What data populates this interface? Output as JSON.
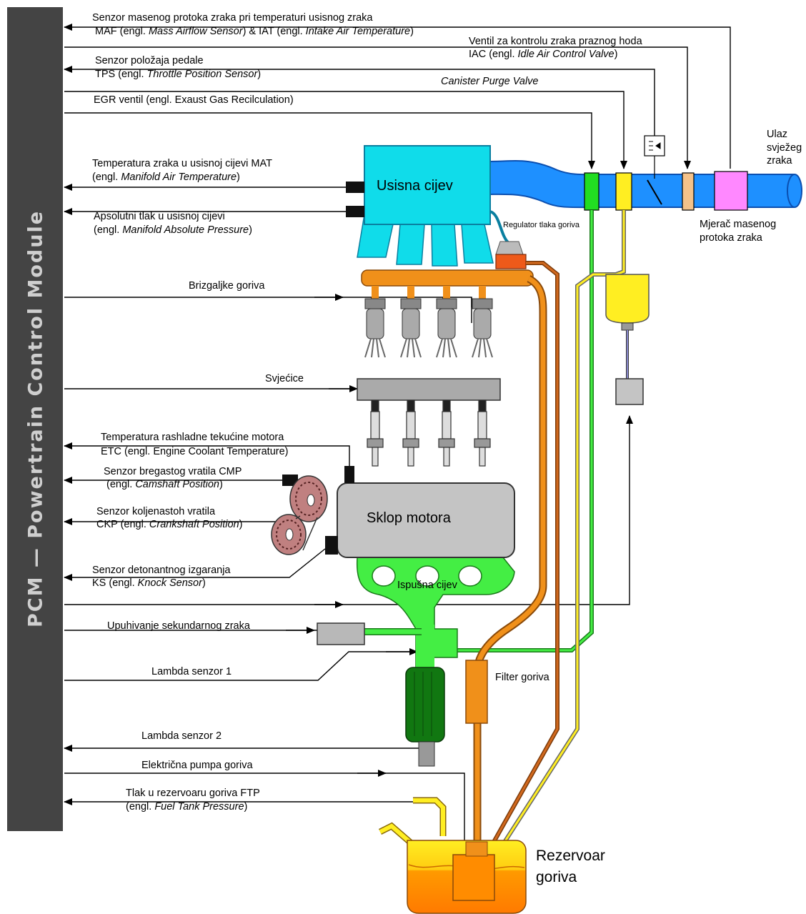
{
  "pcm": {
    "label": "PCM — Powertrain Control Module"
  },
  "signals": {
    "maf": {
      "line1": "Senzor masenog protoka zraka pri temperaturi usisnog zraka",
      "l2a": "MAF (engl. ",
      "l2b": "Mass Airflow Sensor",
      "l2c": ") & IAT (engl. ",
      "l2d": "Intake Air Temperature",
      "l2e": ")"
    },
    "iac": {
      "line1": "Ventil za kontrolu zraka praznog hoda",
      "l2a": "IAC (engl. ",
      "l2b": "Idle Air Control Valve",
      "l2c": ")"
    },
    "tps": {
      "line1": "Senzor položaja pedale",
      "l2a": "TPS (engl. ",
      "l2b": "Throttle Position Sensor",
      "l2c": ")"
    },
    "canister": {
      "line1": "Canister Purge Valve"
    },
    "egr": {
      "line1": "EGR ventil (engl. Exaust Gas Recilculation)"
    },
    "mat": {
      "line1": "Temperatura zraka u usisnoj cijevi MAT",
      "l2a": "(engl. ",
      "l2b": "Manifold Air Temperature",
      "l2c": ")"
    },
    "map": {
      "line1": "Apsolutni tlak u usisnoj cijevi",
      "l2a": "(engl. ",
      "l2b": "Manifold Absolute Pressure",
      "l2c": ")"
    },
    "injectors": {
      "line1": "Brizgaljke goriva"
    },
    "spark": {
      "line1": "Svjećice"
    },
    "etc": {
      "line1": "Temperatura rashladne tekućine motora",
      "l2a": "ETC (engl. Engine Coolant Temperature)"
    },
    "cmp": {
      "line1": "Senzor bregastog vratila CMP",
      "l2a": "(engl. ",
      "l2b": "Camshaft Position",
      "l2c": ")"
    },
    "ckp": {
      "line1": "Senzor koljenastoh vratila",
      "l2a": "CKP (engl. ",
      "l2b": "Crankshaft Position",
      "l2c": ")"
    },
    "ks": {
      "line1": "Senzor detonantnog izgaranja",
      "l2a": "KS (engl. ",
      "l2b": "Knock Sensor",
      "l2c": ")"
    },
    "secondary_air": {
      "line1": "Upuhivanje sekundarnog zraka"
    },
    "lambda1": {
      "line1": "Lambda senzor 1"
    },
    "lambda2": {
      "line1": "Lambda senzor 2"
    },
    "fuel_pump": {
      "line1": "Električna pumpa goriva"
    },
    "ftp": {
      "line1": "Tlak u rezervoaru goriva FTP",
      "l2a": "(engl. ",
      "l2b": "Fuel Tank Pressure",
      "l2c": ")"
    }
  },
  "components": {
    "intake_manifold": "Usisna cijev",
    "engine": "Sklop motora",
    "exhaust": "Ispušna cijev",
    "fuel_regulator": "Regulator tlaka goriva",
    "fuel_filter": "Filter goriva",
    "fresh_air": [
      "Ulaz",
      "svježeg",
      "zraka"
    ],
    "maf_meter": [
      "Mjerač masenog",
      "protoka zraka"
    ],
    "tank": [
      "Rezervoar",
      "goriva"
    ]
  },
  "colors": {
    "pcm_bar": "#444444",
    "intake": "#10dcea",
    "air_pipe": "#1e90ff",
    "fuel_rail": "#f0901a",
    "exhaust": "#44ee44",
    "engine": "#c4c4c4",
    "tank_top": "#ffee22",
    "tank_bottom": "#ff8c00",
    "maf_meter": "#ff88ff"
  }
}
